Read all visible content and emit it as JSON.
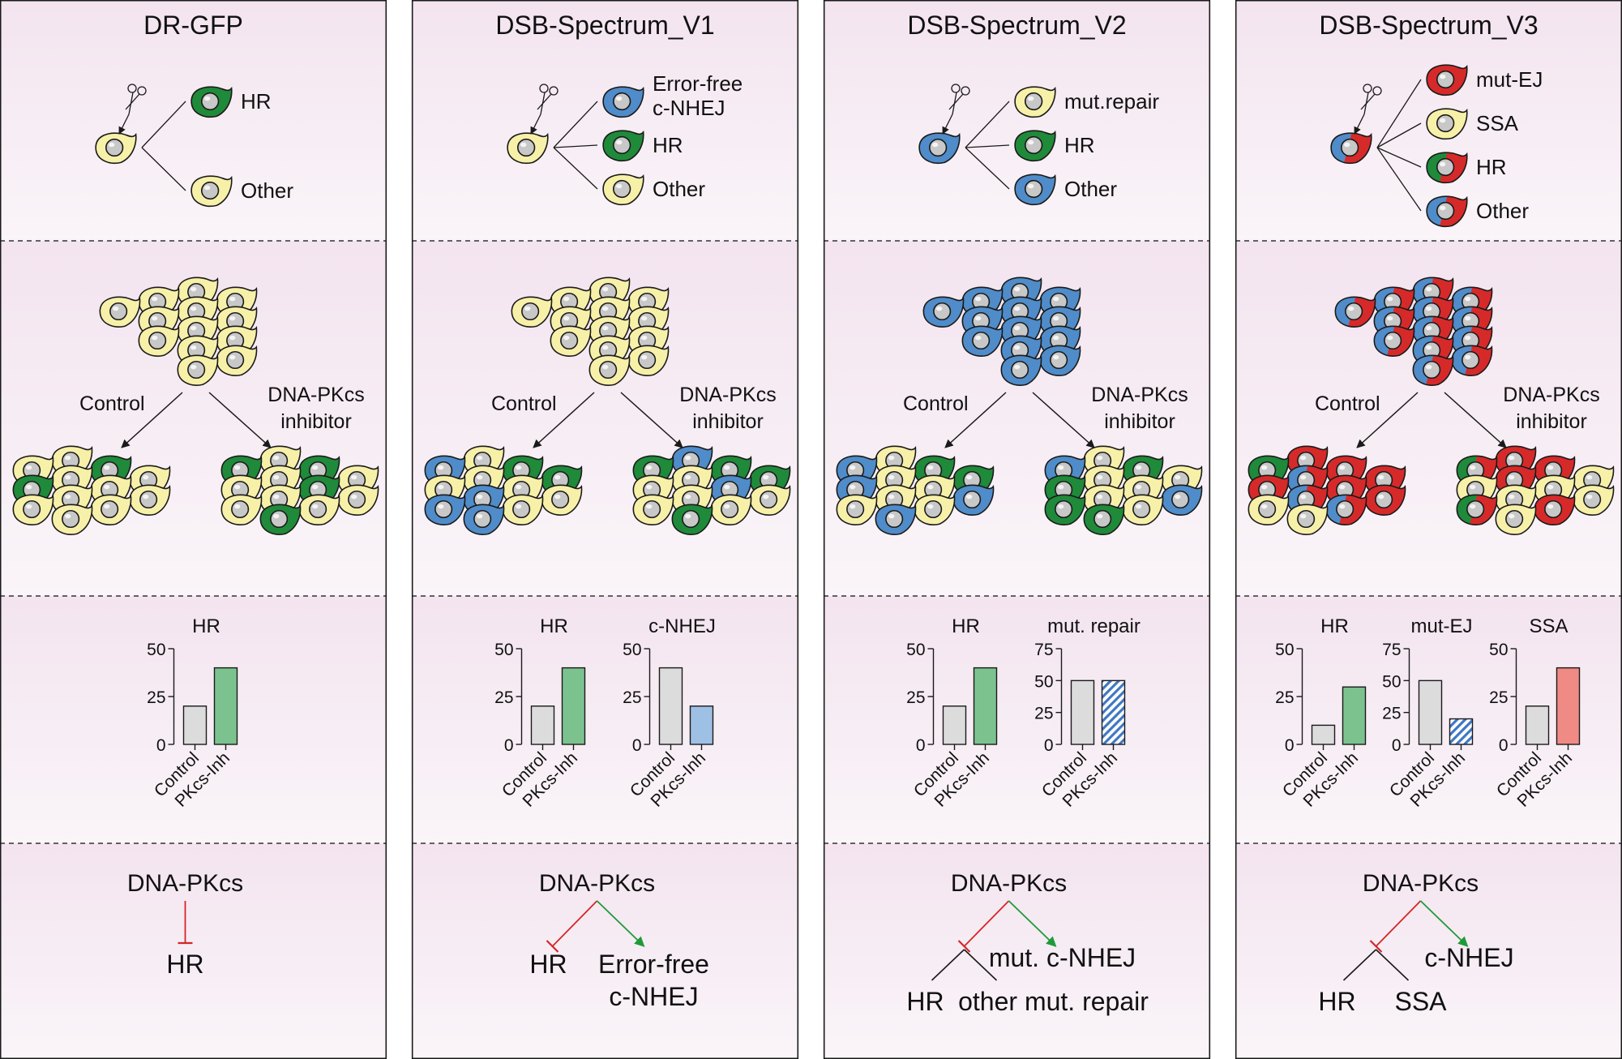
{
  "colors": {
    "yellow": "#f7f0a8",
    "green": "#1f8a3a",
    "blue": "#4f8cc9",
    "red": "#d62a2a",
    "nucleus": "#c8c8c8",
    "outline": "#1a1a1a",
    "bar_gray": "#dcdcdc",
    "bar_green": "#7bc28f",
    "bar_blue": "#9ec0e4",
    "bar_red": "#f08a84",
    "inhibit_red": "#d42626",
    "activate_green": "#1f9a3a",
    "band_top": "#f3e4ef",
    "band_bottom": "#faf5f9"
  },
  "panels": [
    {
      "title": "DR-GFP",
      "reporter_cell": "yellow",
      "outcomes": [
        {
          "label": "HR",
          "cell": "green"
        },
        {
          "label": "Other",
          "cell": "yellow"
        }
      ],
      "cluster_cell": "yellow",
      "control_label": "Control",
      "inhibitor_label": [
        "DNA-PKcs",
        "inhibitor"
      ],
      "control_cells": [
        "yellow",
        "green",
        "yellow",
        "yellow",
        "yellow",
        "green",
        "yellow",
        "yellow",
        "yellow",
        "yellow",
        "yellow",
        "yellow"
      ],
      "inhibitor_cells": [
        "yellow",
        "green",
        "green",
        "yellow",
        "yellow",
        "yellow",
        "green",
        "yellow",
        "yellow",
        "yellow",
        "yellow",
        "green"
      ],
      "charts": [
        {
          "title": "HR",
          "yticks": [
            0,
            25,
            50
          ],
          "ylim": [
            0,
            50
          ],
          "categories": [
            "Control",
            "PKcs-Inh"
          ],
          "values": [
            20,
            40
          ],
          "fills": [
            "gray",
            "green"
          ]
        }
      ],
      "model": {
        "top": "DNA-PKcs",
        "type": "A",
        "inhibited": "HR"
      }
    },
    {
      "title": "DSB-Spectrum_V1",
      "reporter_cell": "yellow",
      "outcomes": [
        {
          "label": "Error-free\nc-NHEJ",
          "cell": "blue"
        },
        {
          "label": "HR",
          "cell": "green"
        },
        {
          "label": "Other",
          "cell": "yellow"
        }
      ],
      "cluster_cell": "yellow",
      "control_label": "Control",
      "inhibitor_label": [
        "DNA-PKcs",
        "inhibitor"
      ],
      "control_cells": [
        "yellow",
        "green",
        "blue",
        "yellow",
        "green",
        "yellow",
        "yellow",
        "blue",
        "yellow",
        "blue",
        "yellow",
        "blue"
      ],
      "inhibitor_cells": [
        "blue",
        "green",
        "green",
        "yellow",
        "green",
        "yellow",
        "blue",
        "yellow",
        "yellow",
        "yellow",
        "yellow",
        "green"
      ],
      "charts": [
        {
          "title": "HR",
          "yticks": [
            0,
            25,
            50
          ],
          "ylim": [
            0,
            50
          ],
          "categories": [
            "Control",
            "PKcs-Inh"
          ],
          "values": [
            20,
            40
          ],
          "fills": [
            "gray",
            "green"
          ]
        },
        {
          "title": "c-NHEJ",
          "yticks": [
            0,
            25,
            50
          ],
          "ylim": [
            0,
            50
          ],
          "categories": [
            "Control",
            "PKcs-Inh"
          ],
          "values": [
            40,
            20
          ],
          "fills": [
            "gray",
            "blue"
          ]
        }
      ],
      "model": {
        "top": "DNA-PKcs",
        "type": "B",
        "inhibited": "HR",
        "activated": "Error-free\nc-NHEJ"
      }
    },
    {
      "title": "DSB-Spectrum_V2",
      "reporter_cell": "blue",
      "outcomes": [
        {
          "label": "mut.repair",
          "cell": "yellow"
        },
        {
          "label": "HR",
          "cell": "green"
        },
        {
          "label": "Other",
          "cell": "blue"
        }
      ],
      "cluster_cell": "blue",
      "control_label": "Control",
      "inhibitor_label": [
        "DNA-PKcs",
        "inhibitor"
      ],
      "control_cells": [
        "yellow",
        "green",
        "blue",
        "yellow",
        "green",
        "blue",
        "yellow",
        "yellow",
        "blue",
        "yellow",
        "yellow",
        "blue"
      ],
      "inhibitor_cells": [
        "yellow",
        "green",
        "blue",
        "yellow",
        "yellow",
        "green",
        "yellow",
        "yellow",
        "blue",
        "green",
        "yellow",
        "green"
      ],
      "charts": [
        {
          "title": "HR",
          "yticks": [
            0,
            25,
            50
          ],
          "ylim": [
            0,
            50
          ],
          "categories": [
            "Control",
            "PKcs-Inh"
          ],
          "values": [
            20,
            40
          ],
          "fills": [
            "gray",
            "green"
          ]
        },
        {
          "title": "mut. repair",
          "yticks": [
            0,
            25,
            50,
            75
          ],
          "ylim": [
            0,
            75
          ],
          "categories": [
            "Control",
            "PKcs-Inh"
          ],
          "values": [
            50,
            50
          ],
          "fills": [
            "gray",
            "hatch"
          ]
        }
      ],
      "model": {
        "top": "DNA-PKcs",
        "type": "C",
        "activated": "mut. c-NHEJ",
        "left": "HR",
        "right": "other mut. repair"
      }
    },
    {
      "title": "DSB-Spectrum_V3",
      "reporter_cell": "split",
      "outcomes": [
        {
          "label": "mut-EJ",
          "cell": "red"
        },
        {
          "label": "SSA",
          "cell": "yellow"
        },
        {
          "label": "HR",
          "cell": "greensplit"
        },
        {
          "label": "Other",
          "cell": "split"
        }
      ],
      "cluster_cell": "split",
      "control_label": "Control",
      "inhibitor_label": [
        "DNA-PKcs",
        "inhibitor"
      ],
      "control_cells": [
        "red",
        "red",
        "green",
        "split",
        "red",
        "red",
        "red",
        "split",
        "red",
        "yellow",
        "split",
        "yellow"
      ],
      "inhibitor_cells": [
        "red",
        "red",
        "greensplit",
        "red",
        "yellow",
        "yellow",
        "yellow",
        "yellow",
        "yellow",
        "greensplit",
        "red",
        "yellow"
      ],
      "charts": [
        {
          "title": "HR",
          "yticks": [
            0,
            25,
            50
          ],
          "ylim": [
            0,
            50
          ],
          "categories": [
            "Control",
            "PKcs-Inh"
          ],
          "values": [
            10,
            30
          ],
          "fills": [
            "gray",
            "green"
          ]
        },
        {
          "title": "mut-EJ",
          "yticks": [
            0,
            25,
            50,
            75
          ],
          "ylim": [
            0,
            75
          ],
          "categories": [
            "Control",
            "PKcs-Inh"
          ],
          "values": [
            50,
            20
          ],
          "fills": [
            "gray",
            "hatch"
          ]
        },
        {
          "title": "SSA",
          "yticks": [
            0,
            25,
            50
          ],
          "ylim": [
            0,
            50
          ],
          "categories": [
            "Control",
            "PKcs-Inh"
          ],
          "values": [
            20,
            40
          ],
          "fills": [
            "gray",
            "red"
          ]
        }
      ],
      "model": {
        "top": "DNA-PKcs",
        "type": "D",
        "activated": "c-NHEJ",
        "left": "HR",
        "right": "SSA"
      }
    }
  ]
}
